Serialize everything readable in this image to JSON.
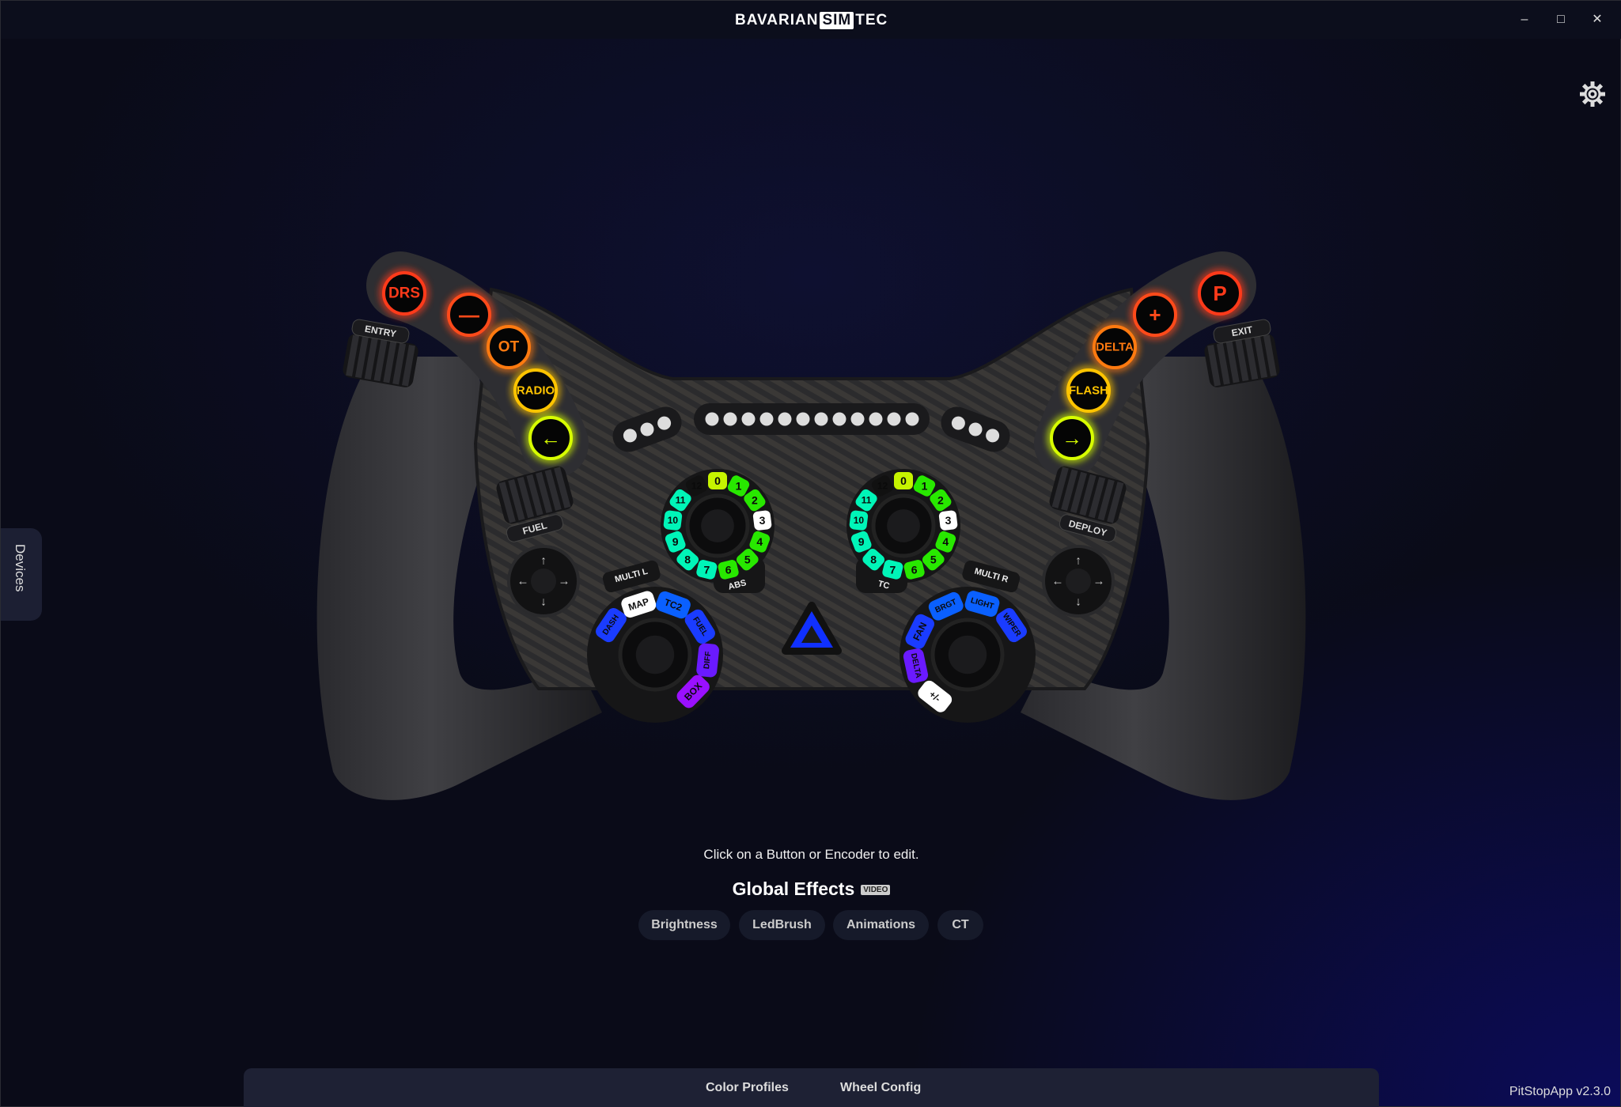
{
  "window": {
    "logo_left": "BAVARIAN",
    "logo_mid": "SIM",
    "logo_right": "TEC",
    "minimize": "–",
    "maximize": "□",
    "close": "✕"
  },
  "settings_icon": "gear-icon",
  "sidebar": {
    "devices_label": "Devices"
  },
  "wheel": {
    "left_buttons": [
      {
        "label": "DRS",
        "color": "#ff3a1a"
      },
      {
        "label": "—",
        "color": "#ff4a1a"
      },
      {
        "label": "OT",
        "color": "#ff7a10"
      },
      {
        "label": "RADIO",
        "color": "#ffc400"
      },
      {
        "label": "←",
        "color": "#d8ff00"
      }
    ],
    "right_buttons": [
      {
        "label": "P",
        "color": "#ff3a1a"
      },
      {
        "label": "+",
        "color": "#ff4a1a"
      },
      {
        "label": "DELTA",
        "color": "#ff7a10"
      },
      {
        "label": "FLASH",
        "color": "#ffc400"
      },
      {
        "label": "→",
        "color": "#d8ff00"
      }
    ],
    "rotary_labels": {
      "entry": "ENTRY",
      "fuel": "FUEL",
      "exit": "EXIT",
      "deploy": "DEPLOY"
    },
    "encoders": [
      {
        "name": "ABS",
        "positions": [
          {
            "label": "0",
            "color": "#c6f400"
          },
          {
            "label": "1",
            "color": "#28e800"
          },
          {
            "label": "2",
            "color": "#28e800"
          },
          {
            "label": "3",
            "color": "#ffffff"
          },
          {
            "label": "4",
            "color": "#28e800"
          },
          {
            "label": "5",
            "color": "#28e800"
          },
          {
            "label": "6",
            "color": "#28e800"
          },
          {
            "label": "7",
            "color": "#00f5b8"
          },
          {
            "label": "8",
            "color": "#00f5b8"
          },
          {
            "label": "9",
            "color": "#00f5b8"
          },
          {
            "label": "10",
            "color": "#00f5b8"
          },
          {
            "label": "11",
            "color": "#00f5b8"
          },
          {
            "label": "12",
            "color": "#111111"
          }
        ]
      },
      {
        "name": "TC",
        "positions": [
          {
            "label": "0",
            "color": "#c6f400"
          },
          {
            "label": "1",
            "color": "#28e800"
          },
          {
            "label": "2",
            "color": "#28e800"
          },
          {
            "label": "3",
            "color": "#ffffff"
          },
          {
            "label": "4",
            "color": "#28e800"
          },
          {
            "label": "5",
            "color": "#28e800"
          },
          {
            "label": "6",
            "color": "#28e800"
          },
          {
            "label": "7",
            "color": "#00f5b8"
          },
          {
            "label": "8",
            "color": "#00f5b8"
          },
          {
            "label": "9",
            "color": "#00f5b8"
          },
          {
            "label": "10",
            "color": "#00f5b8"
          },
          {
            "label": "11",
            "color": "#00f5b8"
          },
          {
            "label": "12",
            "color": "#111111"
          }
        ]
      }
    ],
    "multi": [
      {
        "name": "MULTI L",
        "positions": [
          {
            "label": "DASH",
            "color": "#1a3cff"
          },
          {
            "label": "MAP",
            "color": "#ffffff"
          },
          {
            "label": "TC2",
            "color": "#0a60ff"
          },
          {
            "label": "FUEL",
            "color": "#1a3cff"
          },
          {
            "label": "DIFF",
            "color": "#6a1aff"
          },
          {
            "label": "BOX",
            "color": "#9a10ff"
          }
        ]
      },
      {
        "name": "MULTI R",
        "positions": [
          {
            "label": "+/-",
            "color": "#ffffff"
          },
          {
            "label": "DELTA",
            "color": "#6a1aff"
          },
          {
            "label": "FAN",
            "color": "#1a3cff"
          },
          {
            "label": "BRGT",
            "color": "#0a60ff"
          },
          {
            "label": "LIGHT",
            "color": "#0a60ff"
          },
          {
            "label": "WIPER",
            "color": "#1a3cff"
          }
        ]
      }
    ],
    "rev_leds": 12,
    "logo_color": "#1030ff"
  },
  "main": {
    "hint": "Click on a Button or Encoder to edit.",
    "global_effects_title": "Global Effects",
    "video_badge": "VIDEO",
    "effects": [
      {
        "label": "Brightness"
      },
      {
        "label": "LedBrush"
      },
      {
        "label": "Animations"
      },
      {
        "label": "CT"
      }
    ]
  },
  "bottom_nav": {
    "color_profiles": "Color Profiles",
    "wheel_config": "Wheel Config"
  },
  "version": "PitStopApp v2.3.0"
}
